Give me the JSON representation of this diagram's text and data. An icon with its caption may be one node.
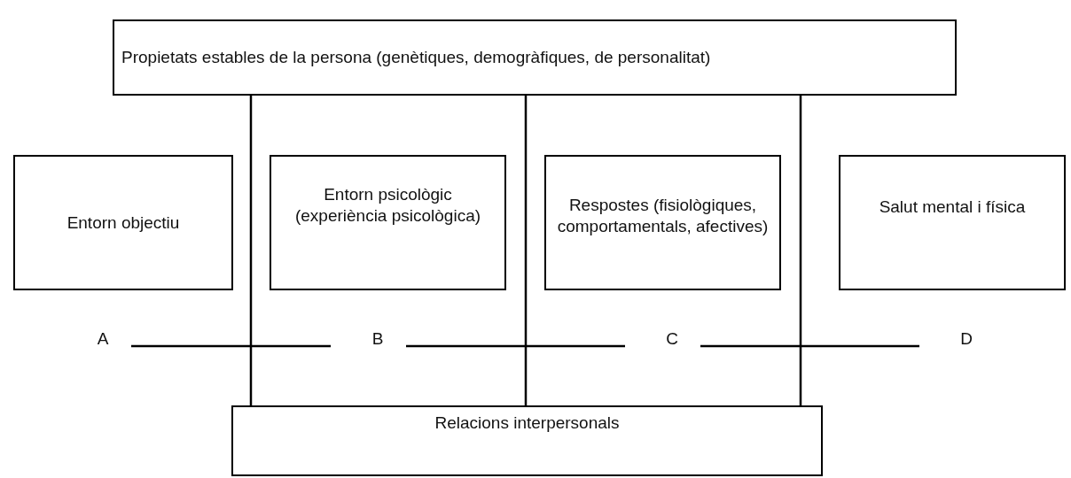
{
  "diagram": {
    "nodes": [
      {
        "text": [
          "Propietats estables de la persona (genètiques, demogràfiques, de personalitat)"
        ]
      },
      {
        "text": [
          "Entorn objectiu"
        ]
      },
      {
        "text": [
          "Entorn psicològic (experiència psicològica)"
        ]
      },
      {
        "text": [
          "Respostes (fisiològiques, comportamentals, afectives)"
        ]
      },
      {
        "text": [
          "Salut mental i física"
        ]
      },
      {
        "text": [
          "A"
        ]
      },
      {
        "text": [
          "B"
        ]
      },
      {
        "text": [
          "C"
        ]
      },
      {
        "text": [
          "D"
        ]
      },
      {
        "text": [
          "Relacions interpersonals"
        ]
      }
    ],
    "edges": [
      {
        "from": 0,
        "to": 9,
        "arrow": "none"
      },
      {
        "from": 0,
        "to": 9,
        "arrow": "none"
      },
      {
        "from": 0,
        "to": 9,
        "arrow": "none"
      },
      {
        "from": 5,
        "to": 6,
        "arrow": "none"
      },
      {
        "from": 6,
        "to": 7,
        "arrow": "none"
      },
      {
        "from": 7,
        "to": 8,
        "arrow": "none"
      }
    ]
  }
}
